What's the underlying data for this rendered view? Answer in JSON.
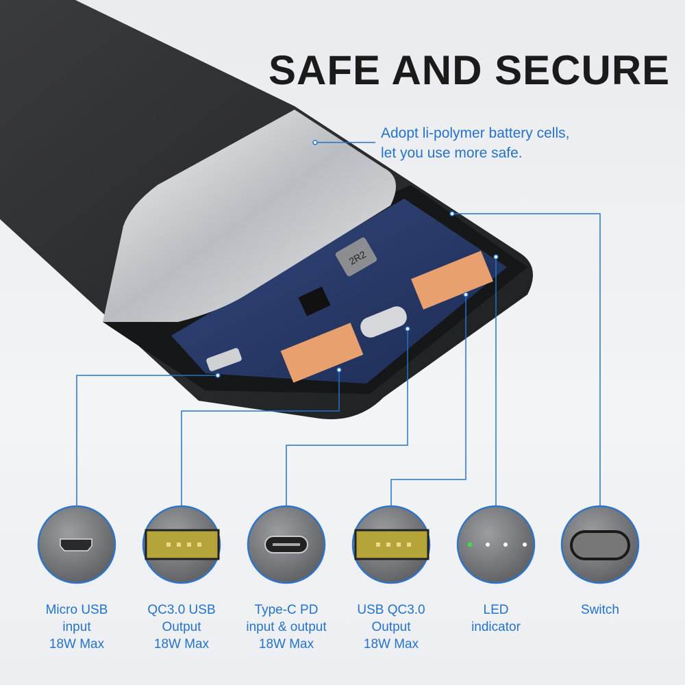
{
  "title": "SAFE AND SECURE",
  "callout": {
    "line1": "Adopt li-polymer battery cells,",
    "line2": "let you use more safe."
  },
  "pcb_marking": "2R2",
  "accent_color": "#2473c8",
  "ports": [
    {
      "icon": "micro-usb-port-icon",
      "l1": "Micro USB",
      "l2": "input",
      "l3": "18W Max"
    },
    {
      "icon": "usb-a-port-icon",
      "l1": "QC3.0 USB",
      "l2": "Output",
      "l3": "18W Max"
    },
    {
      "icon": "usb-c-port-icon",
      "l1": "Type-C PD",
      "l2": "input & output",
      "l3": "18W Max"
    },
    {
      "icon": "usb-a-port-icon",
      "l1": "USB QC3.0",
      "l2": "Output",
      "l3": "18W Max"
    },
    {
      "icon": "led-indicator-icon",
      "l1": "LED",
      "l2": "indicator",
      "l3": ""
    },
    {
      "icon": "switch-button-icon",
      "l1": "Switch",
      "l2": "",
      "l3": ""
    }
  ]
}
